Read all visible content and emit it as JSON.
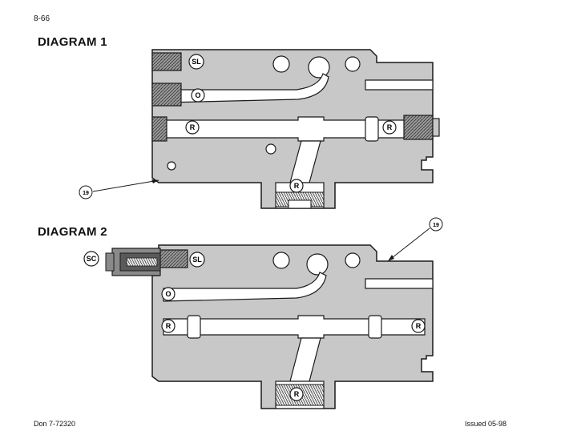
{
  "header": {
    "page_number": "8-66"
  },
  "diagram1": {
    "title": "DIAGRAM 1",
    "ports": {
      "sl": "SL",
      "o": "O",
      "r_left": "R",
      "r_right": "R",
      "r_bottom": "R"
    },
    "ref": "19"
  },
  "diagram2": {
    "title": "DIAGRAM 2",
    "ports": {
      "sc": "SC",
      "sl": "SL",
      "o": "O",
      "r_left": "R",
      "r_right": "R",
      "r_bottom": "R"
    },
    "ref": "19"
  },
  "footer": {
    "doc_number": "Don 7-72320",
    "issued": "Issued 05-98"
  },
  "colors": {
    "body_fill": "#c8c8c8",
    "passage_fill": "#ffffff",
    "dark_fill": "#5a5a5a",
    "outline": "#1a1a1a"
  }
}
